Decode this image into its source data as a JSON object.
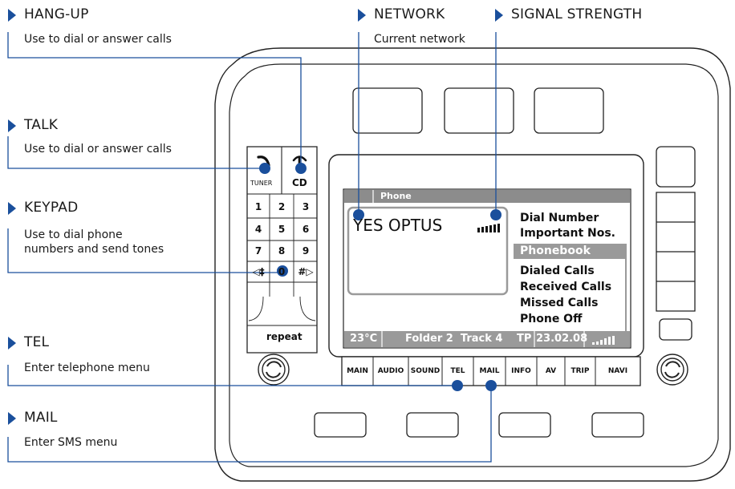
{
  "callouts": [
    {
      "title": "HANG-UP",
      "desc": "Use to dial or answer calls"
    },
    {
      "title": "TALK",
      "desc": "Use to dial or answer calls"
    },
    {
      "title": "KEYPAD",
      "desc": "Use to dial phone\nnumbers and send tones"
    },
    {
      "title": "TEL",
      "desc": "Enter telephone menu"
    },
    {
      "title": "MAIL",
      "desc": "Enter SMS menu"
    },
    {
      "title": "NETWORK",
      "desc": "Current network"
    },
    {
      "title": "SIGNAL STRENGTH",
      "desc": ""
    }
  ],
  "screen": {
    "header": "Phone",
    "network_name": "YES OPTUS",
    "menu": [
      "Dial Number",
      "Important Nos.",
      "Phonebook",
      "Dialed Calls",
      "Received Calls",
      "Missed Calls",
      "Phone Off"
    ],
    "selected_menu": "Phonebook",
    "status": {
      "temp": "23°C",
      "media": "Folder 2  Track 4",
      "tp": "TP",
      "date": "23.02.08"
    }
  },
  "left_panel": {
    "tuner_label": "TUNER",
    "cd_label": "CD",
    "keys": [
      "1",
      "2",
      "3",
      "4",
      "5",
      "6",
      "7",
      "8",
      "9",
      "◁‡",
      "0",
      "#▷"
    ],
    "repeat_label": "repeat"
  },
  "tabs": [
    "MAIN",
    "AUDIO",
    "SOUND",
    "TEL",
    "MAIL",
    "INFO",
    "AV",
    "TRIP",
    "NAVI"
  ],
  "colors": {
    "accent": "#1a4f9c",
    "highlight": "#9a9a9a",
    "line": "#222222"
  }
}
